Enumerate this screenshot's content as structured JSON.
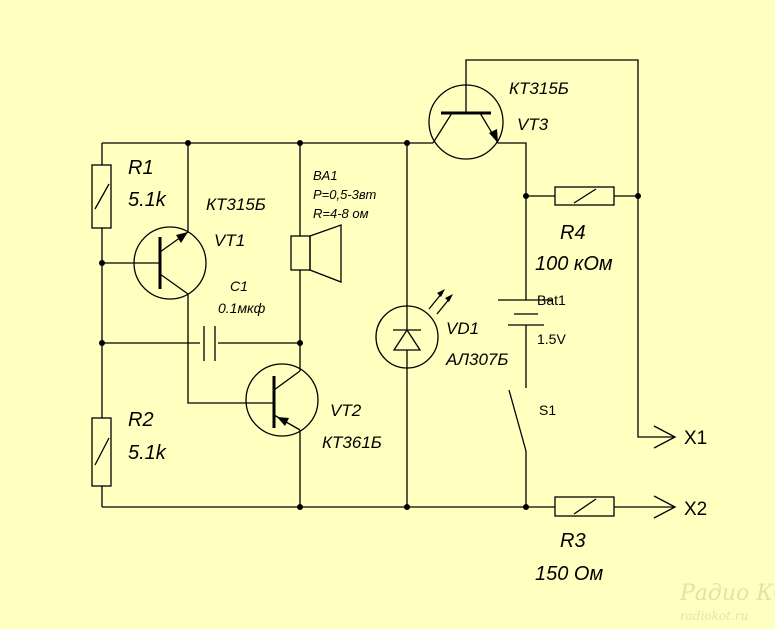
{
  "components": {
    "r1": {
      "ref": "R1",
      "value": "5.1k"
    },
    "r2": {
      "ref": "R2",
      "value": "5.1k"
    },
    "r3": {
      "ref": "R3",
      "value": "150 Ом"
    },
    "r4": {
      "ref": "R4",
      "value": "100 кОм"
    },
    "c1": {
      "ref": "C1",
      "value": "0.1мкф"
    },
    "vt1": {
      "ref": "VT1",
      "type": "КТ315Б"
    },
    "vt2": {
      "ref": "VT2",
      "type": "КТ361Б"
    },
    "vt3": {
      "ref": "VT3",
      "type": "КТ315Б"
    },
    "ba1": {
      "ref": "BA1",
      "power": "Р=0,5-3вт",
      "resistance": "R=4-8 ом"
    },
    "vd1": {
      "ref": "VD1",
      "type": "АЛ307Б"
    },
    "bat1": {
      "ref": "Bat1",
      "voltage": "1.5V"
    },
    "s1": {
      "ref": "S1"
    },
    "x1": {
      "ref": "X1"
    },
    "x2": {
      "ref": "X2"
    }
  },
  "watermark": {
    "logo": "Радио КОТ",
    "site": "radiokot.ru"
  }
}
